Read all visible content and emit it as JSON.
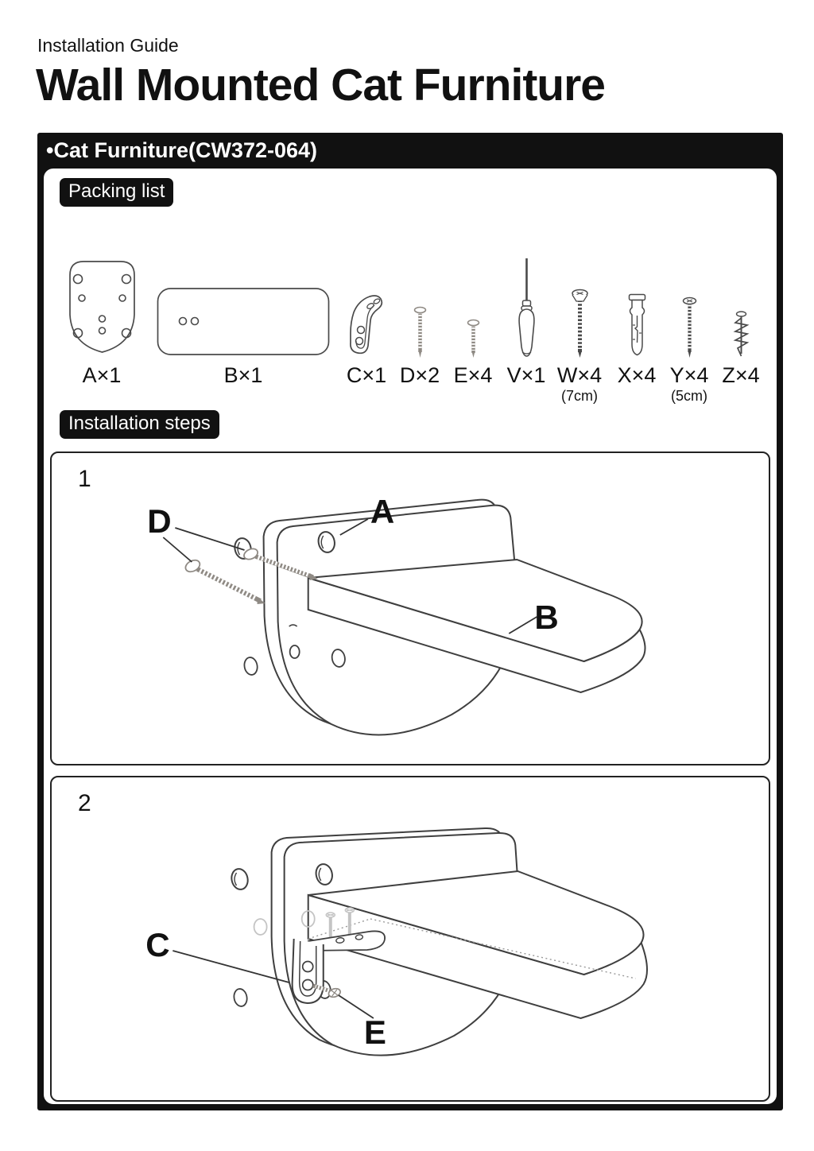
{
  "page": {
    "eyebrow": "Installation Guide",
    "title": "Wall Mounted Cat Furniture"
  },
  "section": {
    "header": "•Cat Furniture(CW372-064)",
    "packing": {
      "label": "Packing list",
      "parts": [
        {
          "id": "A",
          "label": "A×1",
          "note": "",
          "icon": "wall-plate-icon"
        },
        {
          "id": "B",
          "label": "B×1",
          "note": "",
          "icon": "shelf-board-icon"
        },
        {
          "id": "C",
          "label": "C×1",
          "note": "",
          "icon": "corner-bracket-icon"
        },
        {
          "id": "D",
          "label": "D×2",
          "note": "",
          "icon": "long-screw-icon"
        },
        {
          "id": "E",
          "label": "E×4",
          "note": "",
          "icon": "short-screw-icon"
        },
        {
          "id": "V",
          "label": "V×1",
          "note": "",
          "icon": "screwdriver-icon"
        },
        {
          "id": "W",
          "label": "W×4",
          "note": "(7cm)",
          "icon": "wood-screw-7cm-icon"
        },
        {
          "id": "X",
          "label": "X×4",
          "note": "",
          "icon": "wall-anchor-icon"
        },
        {
          "id": "Y",
          "label": "Y×4",
          "note": "(5cm)",
          "icon": "wood-screw-5cm-icon"
        },
        {
          "id": "Z",
          "label": "Z×4",
          "note": "",
          "icon": "coarse-screw-icon"
        }
      ]
    },
    "steps": {
      "label": "Installation steps",
      "items": [
        {
          "number": "1",
          "callouts": [
            "D",
            "A",
            "B"
          ]
        },
        {
          "number": "2",
          "callouts": [
            "C",
            "E"
          ]
        }
      ]
    }
  },
  "colors": {
    "chip_bg": "#111111",
    "line_art": "#3f3f3f",
    "screw_line": "#8f8a84",
    "hidden_line": "#c4c4c4"
  }
}
